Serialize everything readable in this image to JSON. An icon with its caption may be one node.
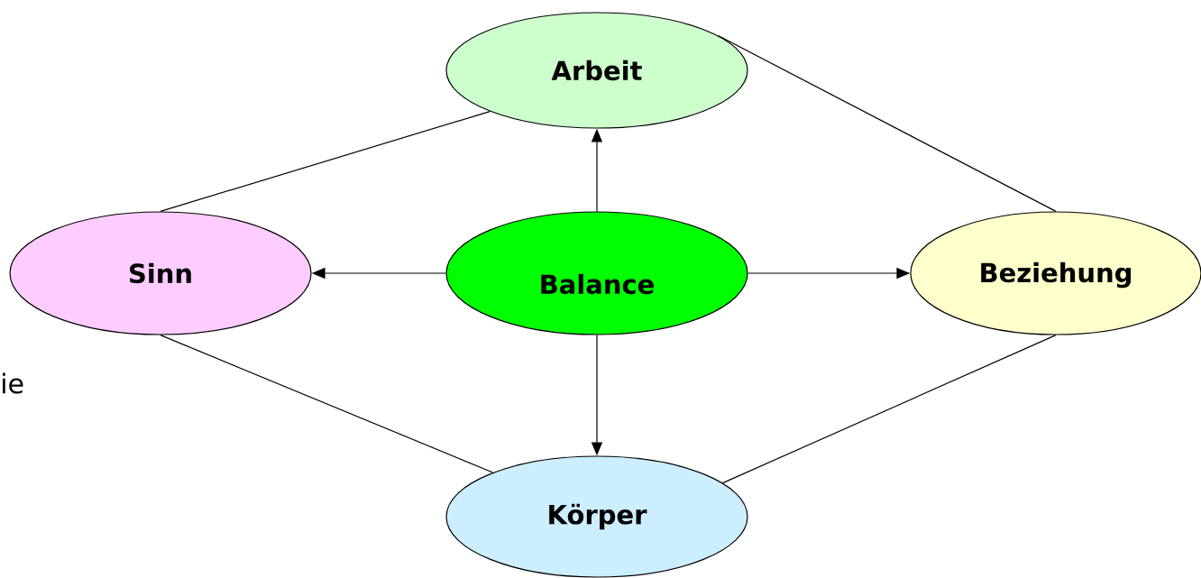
{
  "diagram": {
    "nodes": [
      {
        "text": [
          "Arbeit"
        ]
      },
      {
        "text": [
          "Sinn"
        ]
      },
      {
        "text": [
          "Balance"
        ]
      },
      {
        "text": [
          "Beziehung"
        ]
      },
      {
        "text": [
          "Körper"
        ]
      }
    ],
    "edges": [
      {
        "from": 2,
        "to": 0,
        "arrow": "to"
      },
      {
        "from": 2,
        "to": 1,
        "arrow": "to"
      },
      {
        "from": 2,
        "to": 3,
        "arrow": "to"
      },
      {
        "from": 2,
        "to": 4,
        "arrow": "to"
      },
      {
        "from": 0,
        "to": 1,
        "arrow": "none"
      },
      {
        "from": 0,
        "to": 3,
        "arrow": "none"
      },
      {
        "from": 1,
        "to": 4,
        "arrow": "none"
      },
      {
        "from": 3,
        "to": 4,
        "arrow": "none"
      }
    ],
    "labels": [
      "ie"
    ]
  }
}
